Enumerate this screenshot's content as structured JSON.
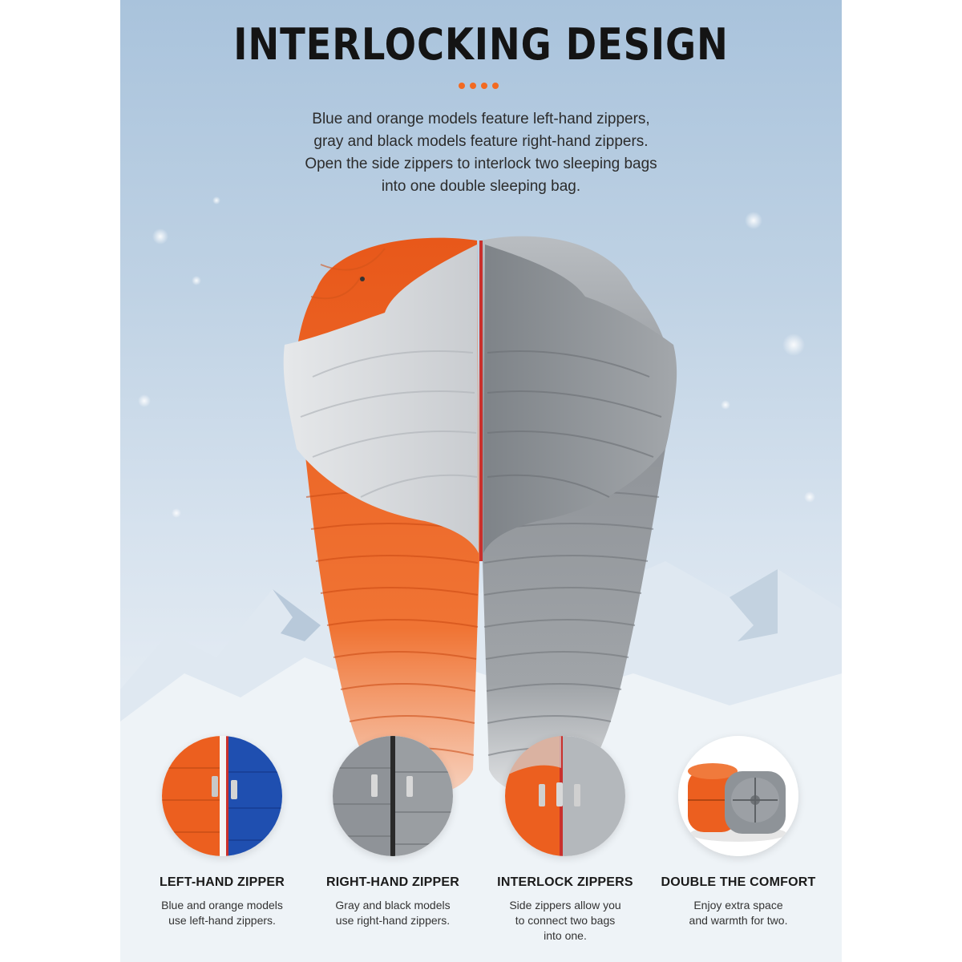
{
  "header": {
    "title": "INTERLOCKING DESIGN",
    "intro_lines": [
      "Blue and orange models feature left-hand zippers,",
      "gray and black models feature right-hand zippers.",
      "Open the side zippers to interlock two sleeping bags",
      "into one double sleeping bag."
    ]
  },
  "colors": {
    "accent_orange": "#f26a21",
    "bag_gray": "#8e9398",
    "lining_light": "#d9dcde",
    "zipper_red": "#c9302c",
    "blue_model": "#1f4fb0"
  },
  "features": [
    {
      "title": "LEFT-HAND ZIPPER",
      "desc_lines": [
        "Blue and orange models",
        "use left-hand zippers."
      ],
      "icon": "left-hand-zipper-closeup"
    },
    {
      "title": "RIGHT-HAND ZIPPER",
      "desc_lines": [
        "Gray and black models",
        "use right-hand zippers."
      ],
      "icon": "right-hand-zipper-closeup"
    },
    {
      "title": "INTERLOCK ZIPPERS",
      "desc_lines": [
        "Side zippers allow you",
        "to connect two bags",
        "into one."
      ],
      "icon": "interlock-zipper-closeup"
    },
    {
      "title": "DOUBLE THE COMFORT",
      "desc_lines": [
        "Enjoy extra space",
        "and warmth for two."
      ],
      "icon": "compressed-bags"
    }
  ]
}
